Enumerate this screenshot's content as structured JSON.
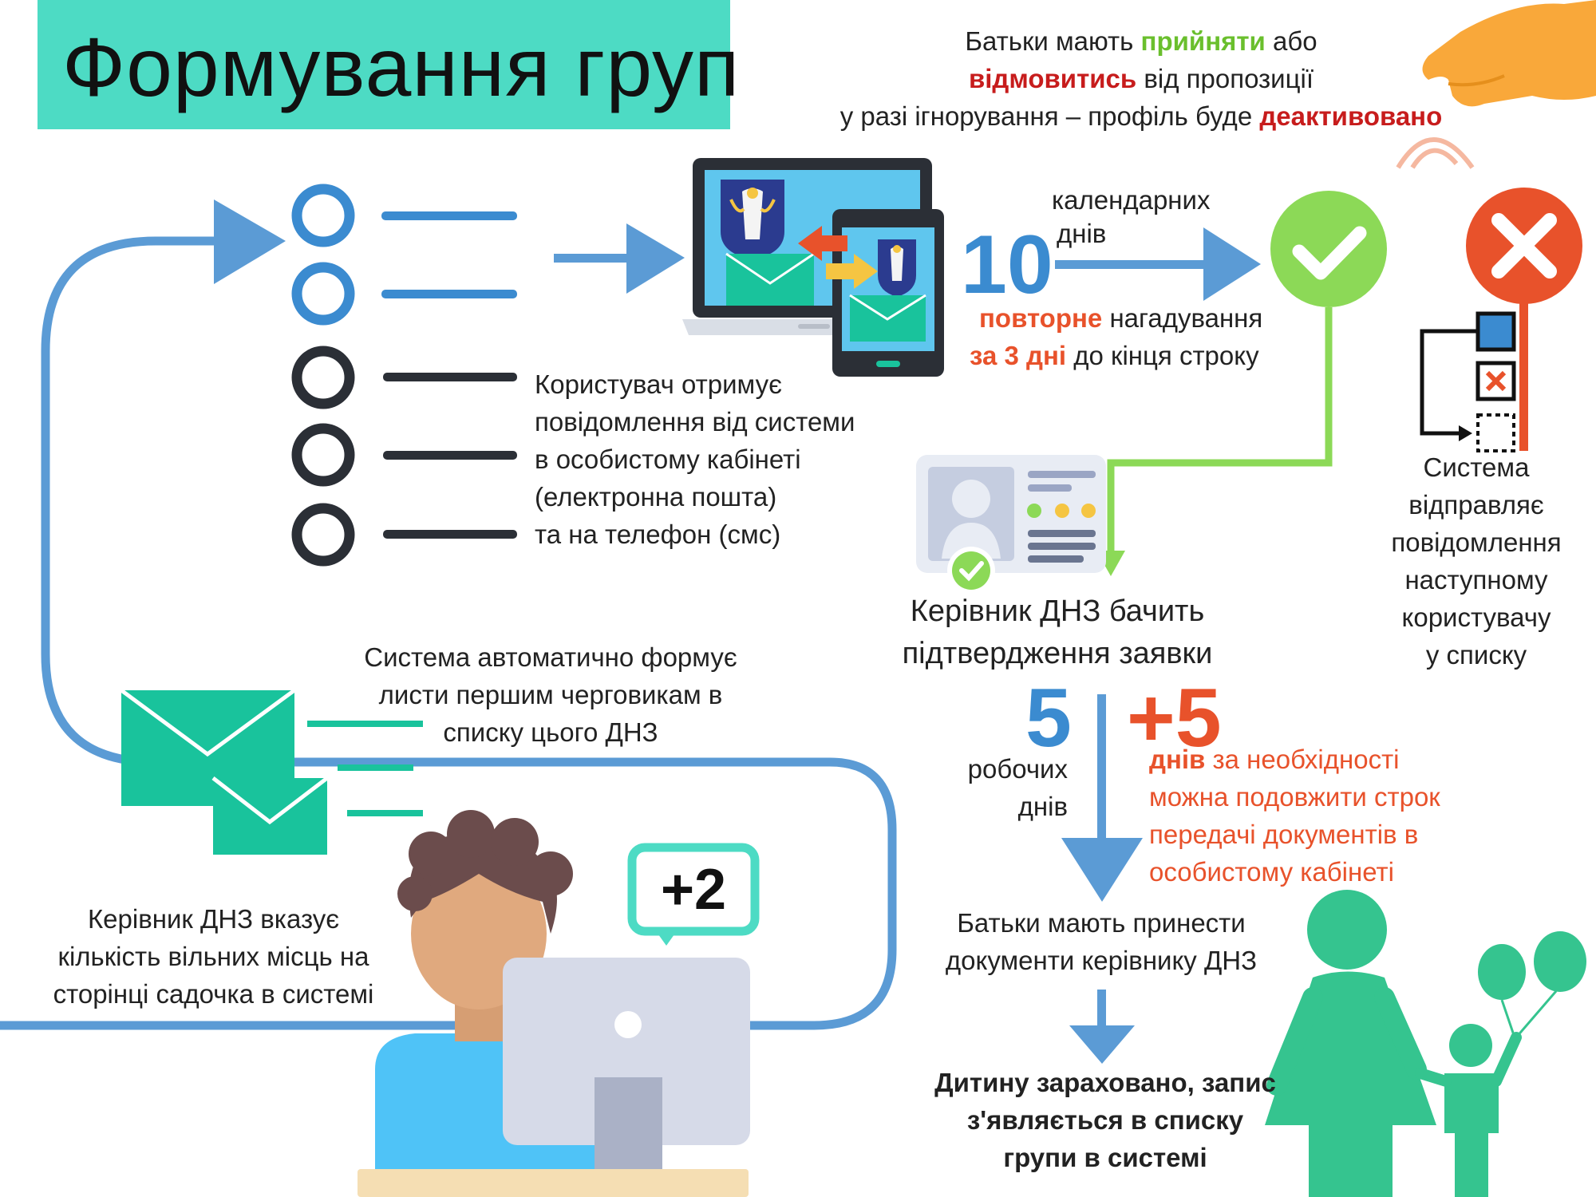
{
  "title": "Формування груп",
  "top_note": {
    "line1_a": "Батьки мають ",
    "line1_accept": "прийняти",
    "line1_b": " або",
    "line2_refuse": "відмовитись",
    "line2_b": " від пропозиції",
    "line3_a": "у разі ігнорування – профіль буде ",
    "line3_deactivated": "деактивовано"
  },
  "user_message": {
    "lines": [
      "Користувач отримує",
      "повідомлення від системи",
      "в особистому кабінеті",
      "(електронна пошта)",
      "та на телефон (смс)"
    ]
  },
  "deadline": {
    "number": "10",
    "unit_line1": "календарних",
    "unit_line2": "днів",
    "reminder_a": "повторне",
    "reminder_b": " нагадування",
    "reminder_c": "за 3 дні",
    "reminder_d": " до кінця строку"
  },
  "next_user": {
    "lines": [
      "Система",
      "відправляє",
      "повідомлення",
      "наступному",
      "користувачу",
      "у списку"
    ]
  },
  "head_sees": {
    "lines": [
      "Керівник ДНЗ бачить",
      "підтвердження заявки"
    ]
  },
  "working_days": {
    "number": "5",
    "unit_line1": "робочих",
    "unit_line2": "днів"
  },
  "extension": {
    "number": "+5",
    "line1_a": "днів",
    "line1_b": " за необхідності",
    "lines": [
      "можна подовжити строк",
      "передачі документів в",
      "особистому кабінеті"
    ]
  },
  "auto_letters": {
    "lines": [
      "Система автоматично формує",
      "листи першим черговикам в",
      "списку цього ДНЗ"
    ]
  },
  "head_indicates": {
    "lines": [
      "Керівник ДНЗ вказує",
      "кількість вільних місць на",
      "сторінці садочка в системі"
    ]
  },
  "bring_docs": {
    "lines": [
      "Батьки мають принести",
      "документи керівнику ДНЗ"
    ]
  },
  "enrolled": {
    "lines": [
      "Дитину зараховано, запис",
      "з'являється в списку",
      "групи в системі"
    ]
  },
  "badge": {
    "text": "+2"
  },
  "colors": {
    "teal": "#4ddbc4",
    "blue": "#5b9bd5",
    "green": "#8cd957",
    "red": "#e8522b",
    "envelope": "#19c39c",
    "dark": "#2b2f36"
  }
}
